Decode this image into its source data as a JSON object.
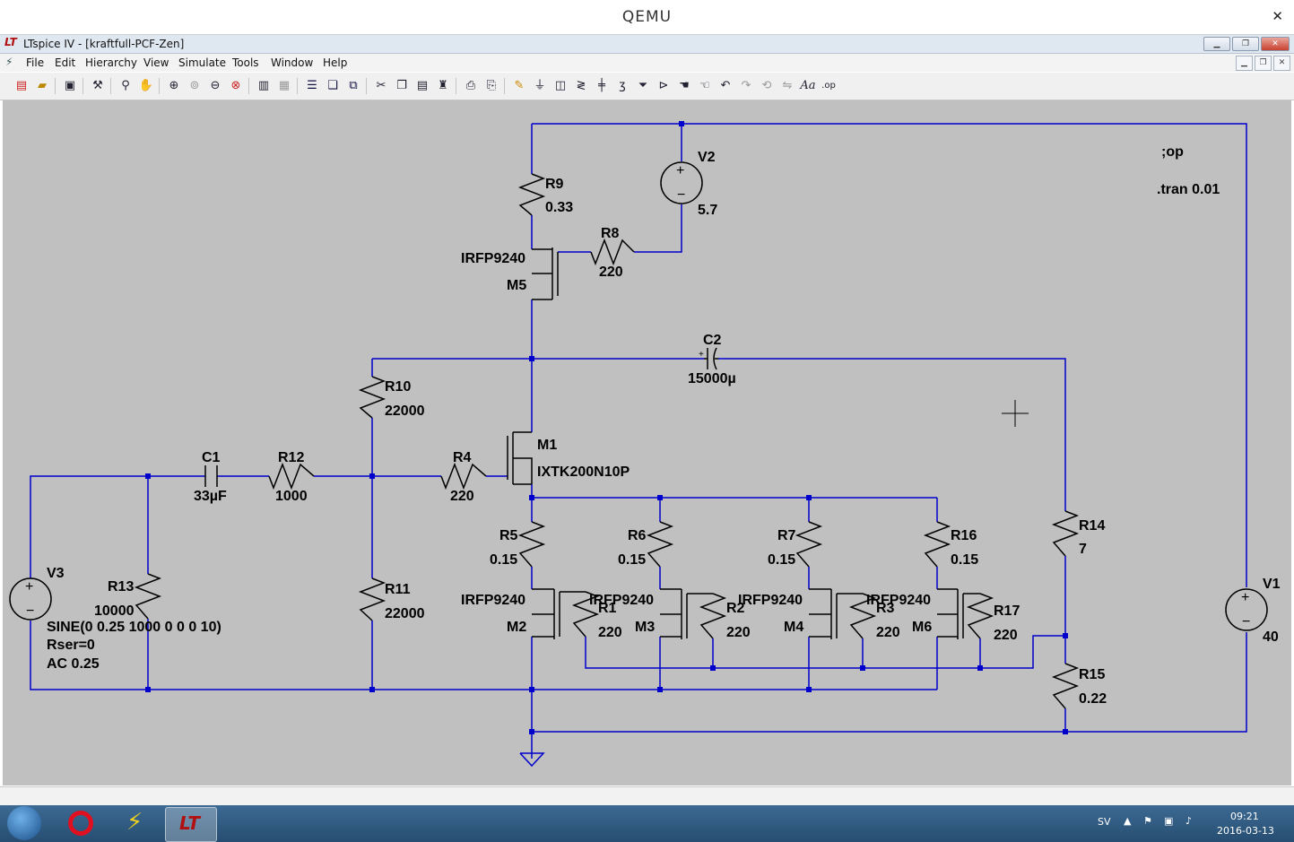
{
  "host_window": {
    "title": "QEMU",
    "close_glyph": "✕"
  },
  "app": {
    "logo": "LT",
    "title": "LTspice IV - [kraftfull-PCF-Zen]",
    "window_buttons": [
      "minimize",
      "restore",
      "close"
    ]
  },
  "menu": [
    "File",
    "Edit",
    "Hierarchy",
    "View",
    "Simulate",
    "Tools",
    "Window",
    "Help"
  ],
  "toolbar_icons": [
    "new-schematic-icon",
    "open-icon",
    "save-icon",
    "control-panel-icon",
    "run-icon",
    "halt-icon",
    "zoom-in-icon",
    "zoom-full-icon",
    "zoom-out-icon",
    "zoom-cancel-icon",
    "autoscale-icon",
    "waveform-icon",
    "tile-icon",
    "cascade-icon",
    "close-window-icon",
    "cut-icon",
    "copy-icon",
    "paste-icon",
    "find-icon",
    "print-icon",
    "print-setup-icon",
    "draw-wire-icon",
    "ground-icon",
    "label-net-icon",
    "resistor-icon",
    "capacitor-icon",
    "inductor-icon",
    "diode-icon",
    "component-icon",
    "move-icon",
    "drag-icon",
    "undo-icon",
    "redo-icon",
    "rotate-icon",
    "mirror-icon",
    "text-icon",
    "spice-directive-icon"
  ],
  "schematic": {
    "wire_color": "#0000cc",
    "background": "#c0c0c0",
    "components": [
      {
        "ref": "R9",
        "value": "0.33"
      },
      {
        "ref": "V2",
        "value": "5.7"
      },
      {
        "ref": "R8",
        "value": "220"
      },
      {
        "ref": "M5",
        "model": "IRFP9240"
      },
      {
        "ref": "C2",
        "value": "15000µ"
      },
      {
        "ref": "R10",
        "value": "22000"
      },
      {
        "ref": "M1",
        "model": "IXTK200N10P"
      },
      {
        "ref": "C1",
        "value": "33µF"
      },
      {
        "ref": "R12",
        "value": "1000"
      },
      {
        "ref": "R4",
        "value": "220"
      },
      {
        "ref": "R5",
        "value": "0.15"
      },
      {
        "ref": "R6",
        "value": "0.15"
      },
      {
        "ref": "R7",
        "value": "0.15"
      },
      {
        "ref": "R16",
        "value": "0.15"
      },
      {
        "ref": "R14",
        "value": "7"
      },
      {
        "ref": "V3",
        "value": "SINE(0 0.25 1000 0 0 0 10)"
      },
      {
        "ref": "R13",
        "value": "10000"
      },
      {
        "ref": "R11",
        "value": "22000"
      },
      {
        "ref": "M2",
        "model": "IRFP9240"
      },
      {
        "ref": "R1",
        "value": "220"
      },
      {
        "ref": "M3",
        "model": "IRFP9240"
      },
      {
        "ref": "R2",
        "value": "220"
      },
      {
        "ref": "M4",
        "model": "IRFP9240"
      },
      {
        "ref": "R3",
        "value": "220"
      },
      {
        "ref": "M6",
        "model": "IRFP9240"
      },
      {
        "ref": "R17",
        "value": "220"
      },
      {
        "ref": "R15",
        "value": "0.22"
      },
      {
        "ref": "V1",
        "value": "40"
      }
    ],
    "v3_extra": [
      "Rser=0",
      "AC 0.25"
    ],
    "directives": [
      ";op",
      ".tran 0.01"
    ]
  },
  "taskbar": {
    "language": "SV",
    "time": "09:21",
    "date": "2016-03-13"
  }
}
